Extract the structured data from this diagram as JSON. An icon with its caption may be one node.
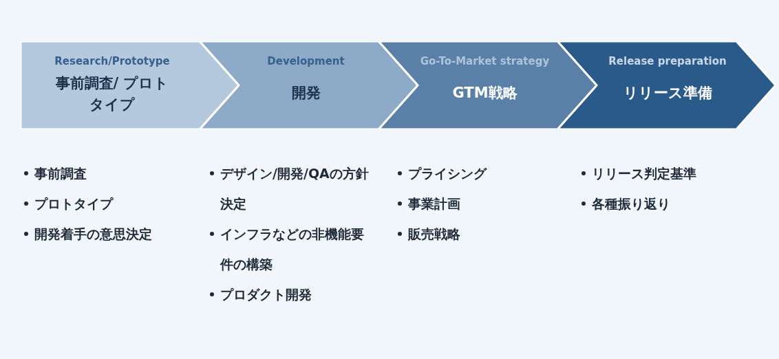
{
  "diagram": {
    "nodes": [
      {
        "text": [
          "Research/Prototype",
          "事前調査/ プロトタイプ"
        ],
        "beside": [
          "事前調査",
          "プロトタイプ",
          "開発着手の意思決定"
        ]
      },
      {
        "text": [
          "Development",
          "開発"
        ],
        "beside": [
          "デザイン/開発/QAの方針決定",
          "インフラなどの非機能要件の構築",
          "プロダクト開発"
        ]
      },
      {
        "text": [
          "Go-To-Market strategy",
          "GTM戦略"
        ],
        "beside": [
          "プライシング",
          "事業計画",
          "販売戦略"
        ]
      },
      {
        "text": [
          "Release preparation",
          "リリース準備"
        ],
        "beside": [
          "リリース判定基準",
          "各種振り返り"
        ]
      }
    ]
  }
}
